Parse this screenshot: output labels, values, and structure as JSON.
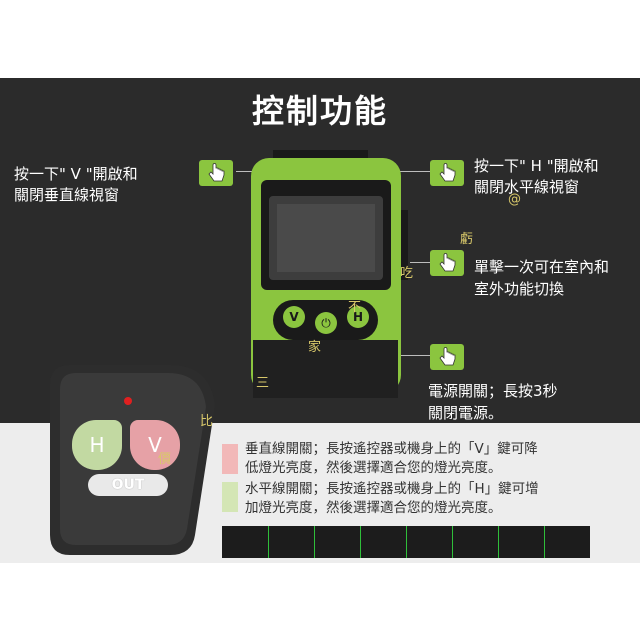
{
  "title": "控制功能",
  "callouts": {
    "v_line1": "按一下\" V \"開啟和",
    "v_line2": "關閉垂直線視窗",
    "h_line1": "按一下\" H \"開啟和",
    "h_line2": "關閉水平線視窗",
    "mode_line1": "單擊一次可在室內和",
    "mode_line2": "室外功能切換",
    "power_line1": "電源開關；長按3秒",
    "power_line2": "關閉電源。"
  },
  "device": {
    "btn_v": "V",
    "btn_h": "H"
  },
  "remote": {
    "btn_h": "H",
    "btn_v": "V",
    "btn_out": "OUT"
  },
  "legend": {
    "v_line1": "垂直線開關；長按遙控器或機身上的「V」鍵可降",
    "v_line2": "低燈光亮度，然後選擇適合您的燈光亮度。",
    "h_line1": "水平線開關；長按遙控器或機身上的「H」鍵可增",
    "h_line2": "加燈光亮度，然後選擇適合您的燈光亮度。",
    "v_color": "#f2b8b8",
    "h_color": "#d4e6b5"
  },
  "watermark": [
    "吃",
    "虧",
    "不",
    "家",
    "三",
    "比",
    "價",
    "@"
  ],
  "colors": {
    "accent": "#8bc53f",
    "panel": "#2b2b2b"
  },
  "icons": [
    "hand-pointer-icon"
  ]
}
